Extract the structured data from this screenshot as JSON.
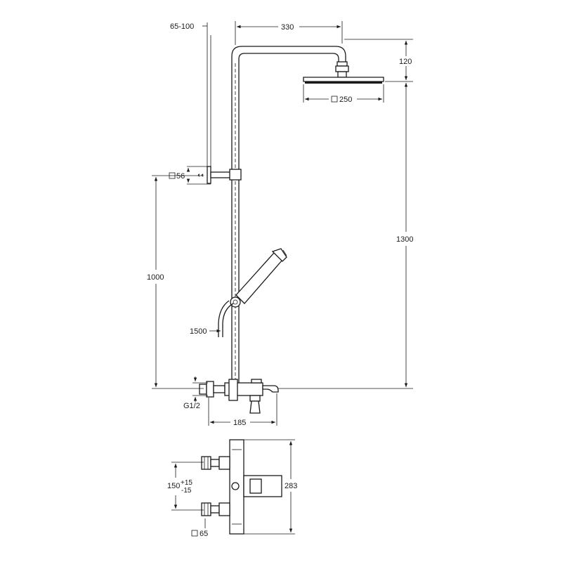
{
  "dimensions": {
    "wall_offset": "65-100",
    "arm_reach": "330",
    "arm_drop": "120",
    "head_size": "250",
    "bracket_size": "56",
    "total_height": "1300",
    "bracket_height": "1000",
    "hose_length": "1500",
    "inlet_thread": "G1/2",
    "mixer_width": "185",
    "inlet_spacing": "150",
    "inlet_tol_plus": "+15",
    "inlet_tol_minus": "-15",
    "body_height": "283",
    "rosette_size": "65"
  }
}
